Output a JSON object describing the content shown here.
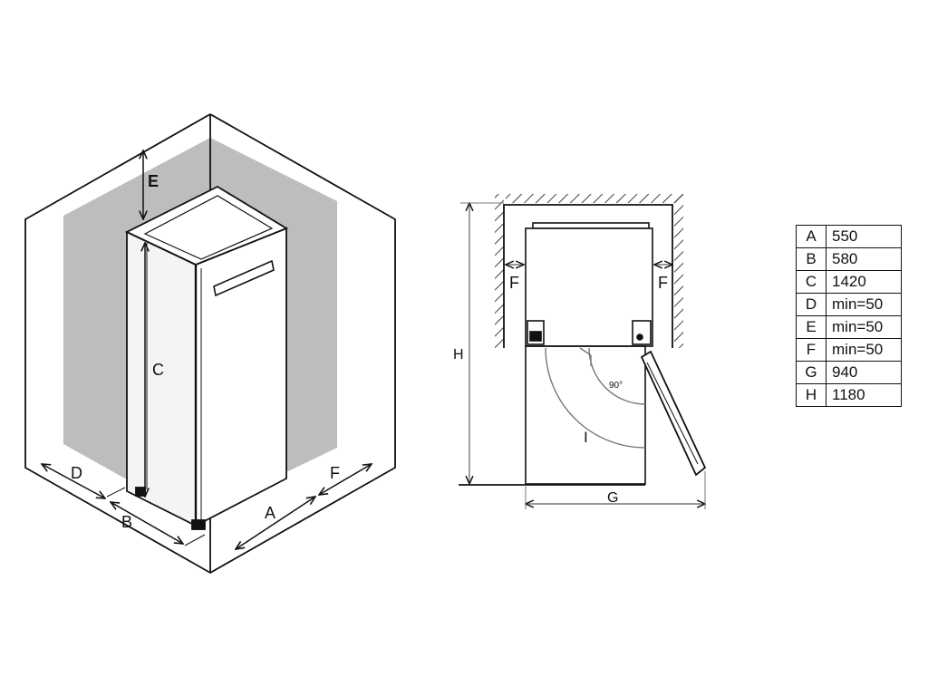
{
  "isometric_view": {
    "labels": {
      "a": "A",
      "b": "B",
      "c": "C",
      "d": "D",
      "e": "E",
      "f": "F"
    }
  },
  "plan_view": {
    "labels": {
      "f_left": "F",
      "f_right": "F",
      "g": "G",
      "h": "H",
      "i": "I",
      "angle": "90°"
    }
  },
  "dimension_table": [
    {
      "key": "A",
      "value": "550"
    },
    {
      "key": "B",
      "value": "580"
    },
    {
      "key": "C",
      "value": "1420"
    },
    {
      "key": "D",
      "value": "min=50"
    },
    {
      "key": "E",
      "value": "min=50"
    },
    {
      "key": "F",
      "value": "min=50"
    },
    {
      "key": "G",
      "value": "940"
    },
    {
      "key": "H",
      "value": "1180"
    }
  ]
}
